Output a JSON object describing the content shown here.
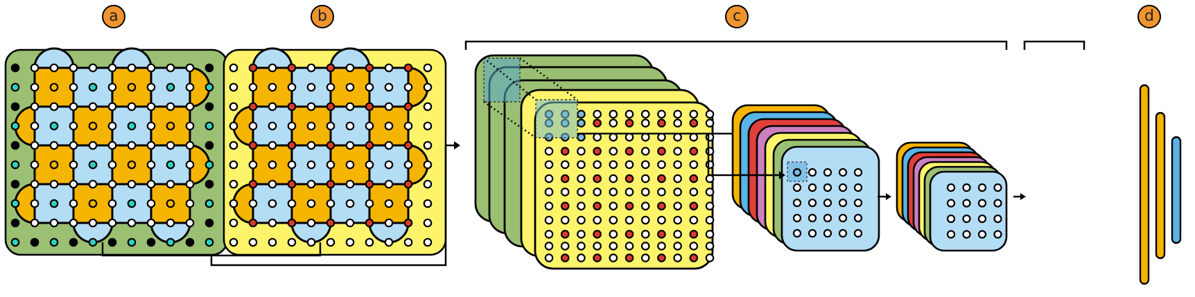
{
  "labels": {
    "a": "a",
    "b": "b",
    "c": "c",
    "d": "d"
  },
  "colors": {
    "orange_label": "#f0952e",
    "green_panel": "#9bbf73",
    "yellow_panel": "#fdf46b",
    "light_blue": "#b3dcf5",
    "orange_tile": "#f5b400",
    "cyan_dot": "#2fd0c0",
    "red_dot": "#d93a2a",
    "black_dot": "#000000",
    "white_dot": "#ffffff",
    "blue_layer": "#5ab4e6",
    "red_layer": "#e0403a",
    "pink_layer": "#cc80c0",
    "stroke": "#000000"
  },
  "panels": {
    "a": {
      "name": "surface-code-lattice-green",
      "grid": 4
    },
    "b": {
      "name": "surface-code-lattice-yellow",
      "grid": 4
    },
    "c": {
      "name": "convolutional-stack",
      "input_grid": 11,
      "mid_grid": 5,
      "out_grid": 4
    },
    "d": {
      "name": "fully-connected-bars",
      "bars": 3
    }
  }
}
